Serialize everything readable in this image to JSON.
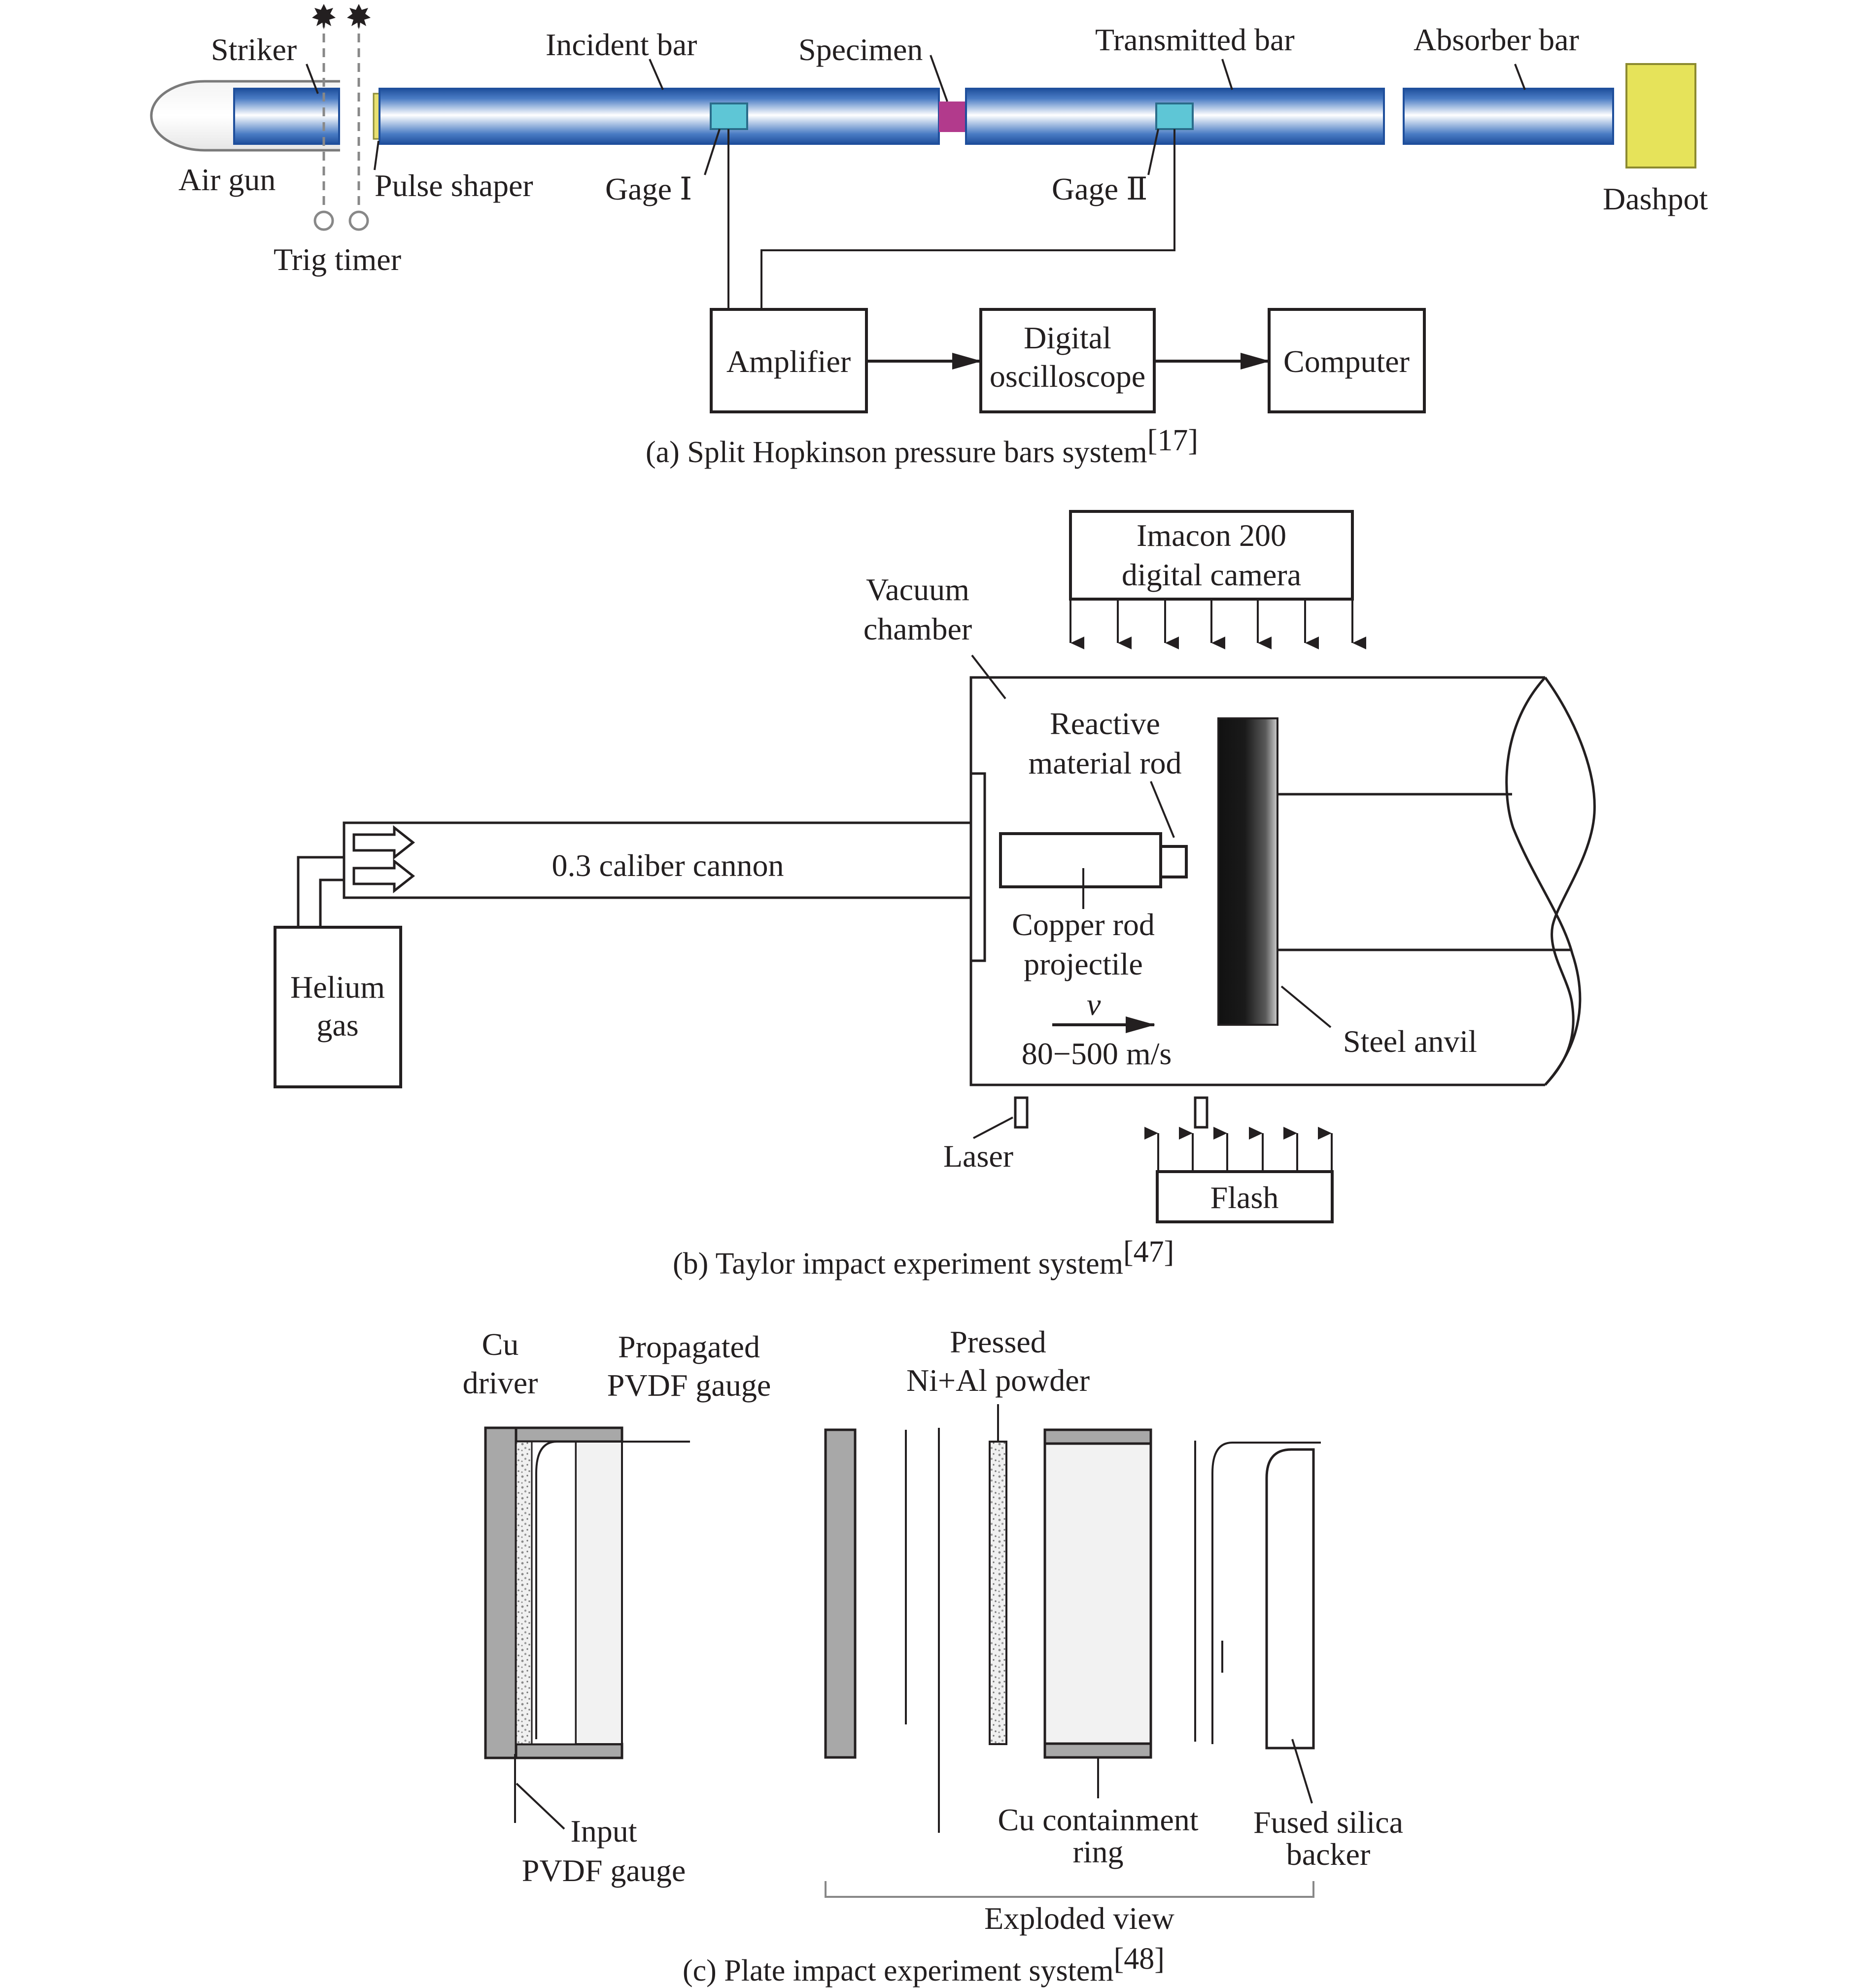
{
  "panel_a": {
    "labels": {
      "striker": "Striker",
      "incident_bar": "Incident bar",
      "specimen": "Specimen",
      "transmitted_bar": "Transmitted bar",
      "absorber_bar": "Absorber bar",
      "air_gun": "Air gun",
      "pulse_shaper": "Pulse shaper",
      "gage_1": "Gage Ⅰ",
      "gage_2": "Gage Ⅱ",
      "dashpot": "Dashpot",
      "trig_timer": "Trig timer",
      "amplifier": "Amplifier",
      "digital_oscilloscope_line1": "Digital",
      "digital_oscilloscope_line2": "oscilloscope",
      "computer": "Computer"
    },
    "caption": "(a) Split Hopkinson pressure bars system",
    "caption_ref": "[17]",
    "colors": {
      "bar_blue": "#1f4f9c",
      "gage": "#5ec6d6",
      "specimen": "#b23a8c",
      "dashpot": "#e6e35a",
      "pulse_shaper": "#e8e070"
    }
  },
  "panel_b": {
    "labels": {
      "camera_line1": "Imacon 200",
      "camera_line2": "digital camera",
      "vacuum_line1": "Vacuum",
      "vacuum_line2": "chamber",
      "reactive_line1": "Reactive",
      "reactive_line2": "material rod",
      "cannon": "0.3 caliber cannon",
      "copper_line1": "Copper rod",
      "copper_line2": "projectile",
      "velocity_symbol": "v",
      "velocity_range": "80−500 m/s",
      "steel_anvil": "Steel anvil",
      "helium_line1": "Helium",
      "helium_line2": "gas",
      "laser": "Laser",
      "flash": "Flash"
    },
    "caption": "(b) Taylor impact experiment system",
    "caption_ref": "[47]"
  },
  "panel_c": {
    "labels": {
      "cu_driver_line1": "Cu",
      "cu_driver_line2": "driver",
      "propagated_line1": "Propagated",
      "propagated_line2": "PVDF gauge",
      "pressed_line1": "Pressed",
      "pressed_line2": "Ni+Al powder",
      "input_line1": "Input",
      "input_line2": "PVDF gauge",
      "cu_ring_line1": "Cu containment",
      "cu_ring_line2": "ring",
      "silica_line1": "Fused silica",
      "silica_line2": "backer",
      "exploded_view": "Exploded view"
    },
    "caption": "(c) Plate impact experiment system",
    "caption_ref": "[48]"
  }
}
